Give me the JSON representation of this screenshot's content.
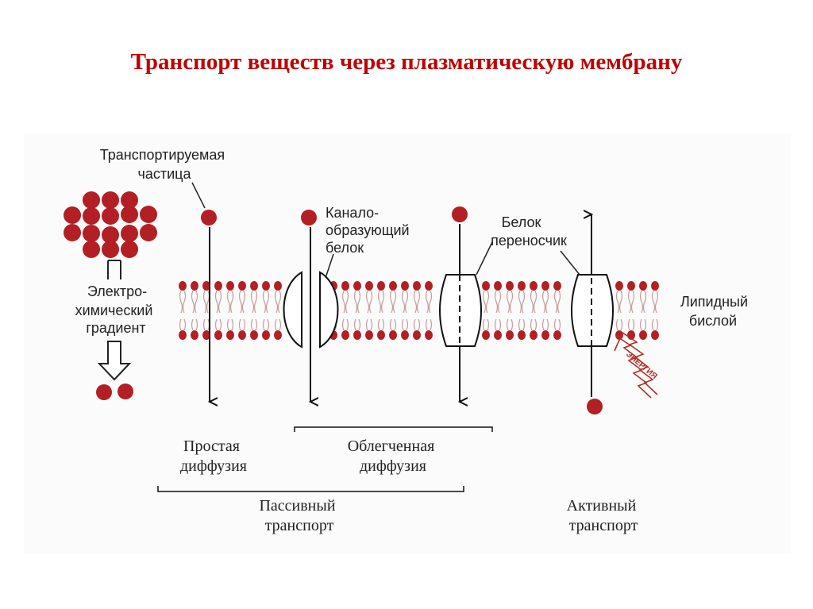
{
  "title": "Транспорт веществ через плазматическую мембрану",
  "colors": {
    "title": "#c00000",
    "particle": "#b21f24",
    "lipid_tail": "#c89a9a",
    "line": "#111111",
    "energy": "#b0302a"
  },
  "labels": {
    "particle_line1": "Транспортируемая",
    "particle_line2": "частица",
    "gradient_line1": "Электро-",
    "gradient_line2": "химический",
    "gradient_line3": "градиент",
    "channel_line1": "Канало-",
    "channel_line2": "образующий",
    "channel_line3": "белок",
    "carrier_line1": "Белок",
    "carrier_line2": "переносчик",
    "bilayer_line1": "Липидный",
    "bilayer_line2": "бислой",
    "energy": "ЭНЕРГИЯ"
  },
  "transport_types": {
    "simple_line1": "Простая",
    "simple_line2": "диффузия",
    "facilitated_line1": "Облегченная",
    "facilitated_line2": "диффузия",
    "passive_line1": "Пассивный",
    "passive_line2": "транспорт",
    "active_line1": "Активный",
    "active_line2": "транспорт"
  }
}
